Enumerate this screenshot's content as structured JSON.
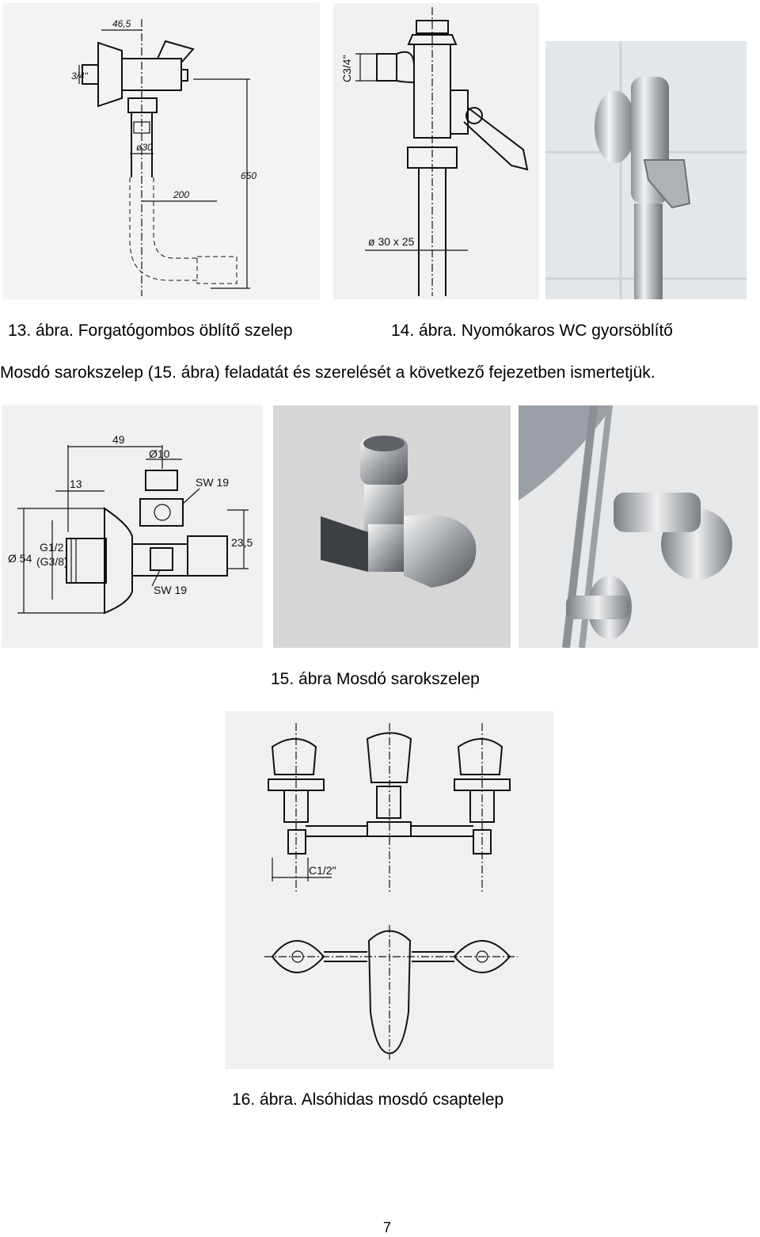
{
  "row1": {
    "fig13_dims": {
      "d1": "46,5",
      "d2": "3/4\"",
      "d3": "ø30",
      "d4": "200",
      "d5": "650"
    },
    "fig14_dims": {
      "d1": "C3/4\"",
      "d2": "ø 30 x 25"
    },
    "caption_13": "13. ábra.   Forgatógombos öblítő szelep",
    "caption_14": "14. ábra. Nyomókaros WC gyorsöblítő"
  },
  "intro_text": "Mosdó sarokszelep (15. ábra) feladatát és szerelését a következő fejezetben ismertetjük.",
  "row2": {
    "fig15_dims": {
      "d1": "49",
      "d2": "Ø10",
      "d3": "13",
      "d4": "SW 19",
      "d5": "Ø 54",
      "d6": "G1/2",
      "d7": "(G3/8)",
      "d8": "23,5",
      "d9": "SW 19"
    },
    "caption_15": "15. ábra Mosdó sarokszelep"
  },
  "row3": {
    "fig16_dims": {
      "d1": "C1/2\""
    },
    "caption_16": "16. ábra.  Alsóhidas mosdó csaptelep"
  },
  "page_number": "7",
  "colors": {
    "paper": "#ffffff",
    "drawing_bg": "#f1f1f1",
    "photo_tile": "#dfe3e6",
    "chrome": "#c9ccd0"
  }
}
